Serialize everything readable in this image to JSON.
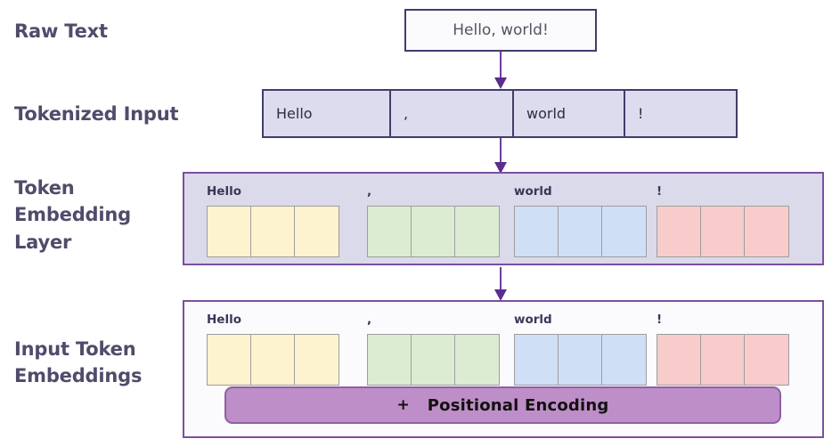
{
  "stages": {
    "raw_text_label": "Raw Text",
    "tokenized_label": "Tokenized Input",
    "embedding_label": "Token\nEmbedding\nLayer",
    "embedding_label_lines": [
      "Token",
      "Embedding",
      "Layer"
    ],
    "input_token_label": "Input Token\nEmbeddings",
    "input_token_label_lines": [
      "Input Token",
      "Embeddings"
    ]
  },
  "raw_text": {
    "value": "Hello, world!"
  },
  "tokenized_input": {
    "tokens": [
      "Hello",
      ",",
      "world",
      "!"
    ]
  },
  "token_embedding_layer": {
    "groups": [
      {
        "token": "Hello",
        "cells": 3,
        "color": "#fdf3ce"
      },
      {
        "token": ",",
        "cells": 3,
        "color": "#dcecd3"
      },
      {
        "token": "world",
        "cells": 3,
        "color": "#cfdff5"
      },
      {
        "token": "!",
        "cells": 3,
        "color": "#f7ccca"
      }
    ]
  },
  "input_token_embeddings": {
    "groups": [
      {
        "token": "Hello",
        "cells": 3,
        "color": "#fdf3ce"
      },
      {
        "token": ",",
        "cells": 3,
        "color": "#dcecd3"
      },
      {
        "token": "world",
        "cells": 3,
        "color": "#cfdff5"
      },
      {
        "token": "!",
        "cells": 3,
        "color": "#f7ccca"
      }
    ],
    "positional_encoding": {
      "plus": "+",
      "text": "Positional Encoding"
    }
  },
  "colors": {
    "label_text": "#4f4c6b",
    "arrow": "#6f3f9e",
    "box_border_dark": "#413d6b",
    "panel_border_purple": "#7b4fa0",
    "token_cell_fill": "#dcdcee",
    "embedding_panel_fill": "#dadaea",
    "input_panel_fill": "#fbfafc",
    "positional_bar_fill": "#bd8ec8",
    "yellow": "#fdf3ce",
    "green": "#dcecd3",
    "blue": "#cfdff5",
    "pink": "#f7ccca"
  }
}
